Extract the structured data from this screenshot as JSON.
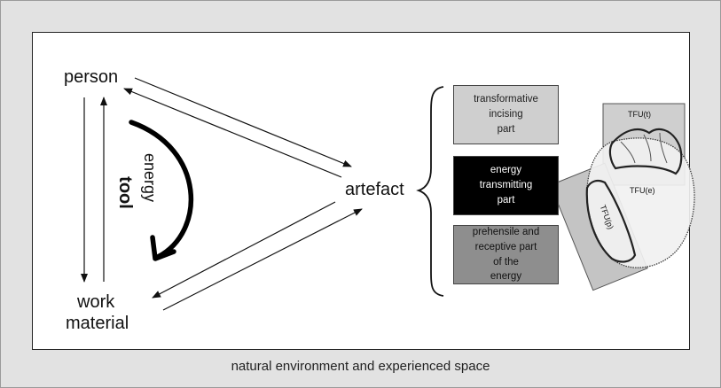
{
  "nodes": {
    "person": "person",
    "work_material_line1": "work",
    "work_material_line2": "material",
    "artefact": "artefact"
  },
  "curve_labels": {
    "energy": "energy",
    "tool": "tool"
  },
  "parts": [
    {
      "text": "transformative\nincising\npart",
      "fill": "#cfcfcf",
      "color": "#222222"
    },
    {
      "text": "energy\ntransmitting\npart",
      "fill": "#000000",
      "color": "#ffffff"
    },
    {
      "text": "prehensile and\nreceptive part\nof the\nenergy",
      "fill": "#8e8e8e",
      "color": "#111111"
    }
  ],
  "tool_labels": {
    "top": "TFU(t)",
    "middle": "TFU(e)",
    "side": "TFU(p)"
  },
  "footer": "natural environment and experienced space"
}
